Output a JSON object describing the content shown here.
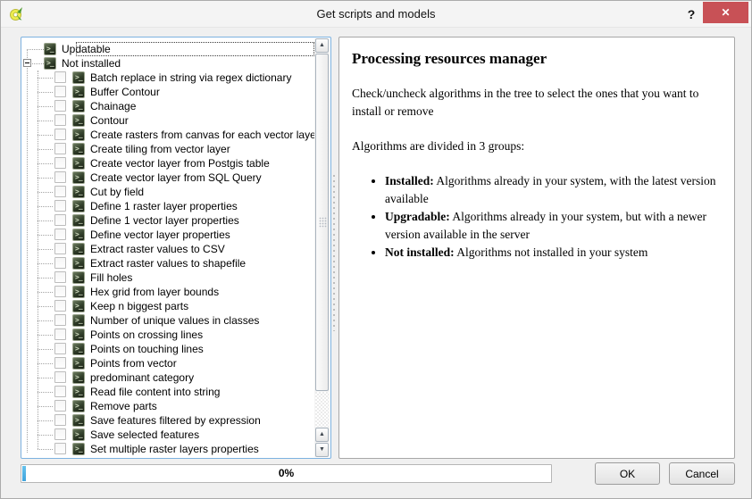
{
  "window": {
    "title": "Get scripts and models",
    "help_label": "?",
    "close_label": "✕"
  },
  "icons": {
    "script": ">_",
    "arrow_up": "▲",
    "arrow_down": "▼"
  },
  "tree": {
    "groups": [
      {
        "label": "Updatable",
        "expanded": false,
        "selected": true,
        "children": []
      },
      {
        "label": "Not installed",
        "expanded": true,
        "selected": false,
        "children": [
          "Batch replace in string via regex dictionary",
          "Buffer Contour",
          "Chainage",
          "Contour",
          "Create rasters from canvas for each vector laye...",
          "Create tiling from vector layer",
          "Create vector layer from Postgis table",
          "Create vector layer from SQL Query",
          "Cut by field",
          "Define 1 raster layer properties",
          "Define 1 vector layer properties",
          "Define vector layer properties",
          "Extract raster values to CSV",
          "Extract raster values to shapefile",
          "Fill holes",
          "Hex grid from layer bounds",
          "Keep n biggest parts",
          "Number of unique values in classes",
          "Points on crossing lines",
          "Points on touching lines",
          "Points from vector",
          "predominant category",
          "Read file content into string",
          "Remove parts",
          "Save features filtered by expression",
          "Save selected features",
          "Set multiple raster layers properties"
        ]
      }
    ],
    "checkboxes_checked": false
  },
  "info_panel": {
    "title": "Processing resources manager",
    "paragraphs": [
      "Check/uncheck algorithms in the tree to select the ones that you want to install or remove",
      "Algorithms are divided in 3 groups:"
    ],
    "bullets": [
      {
        "term": "Installed:",
        "desc": " Algorithms already in your system, with the latest version available"
      },
      {
        "term": "Upgradable:",
        "desc": " Algorithms already in your system, but with a newer version available in the server"
      },
      {
        "term": "Not installed:",
        "desc": " Algorithms not installed in your system"
      }
    ]
  },
  "footer": {
    "progress": {
      "value": 0,
      "label": "0%"
    },
    "ok_label": "OK",
    "cancel_label": "Cancel"
  },
  "colors": {
    "close_button": "#c85156",
    "tree_focus_border": "#7db2e0",
    "progress_fill": "#3fa3dc"
  }
}
